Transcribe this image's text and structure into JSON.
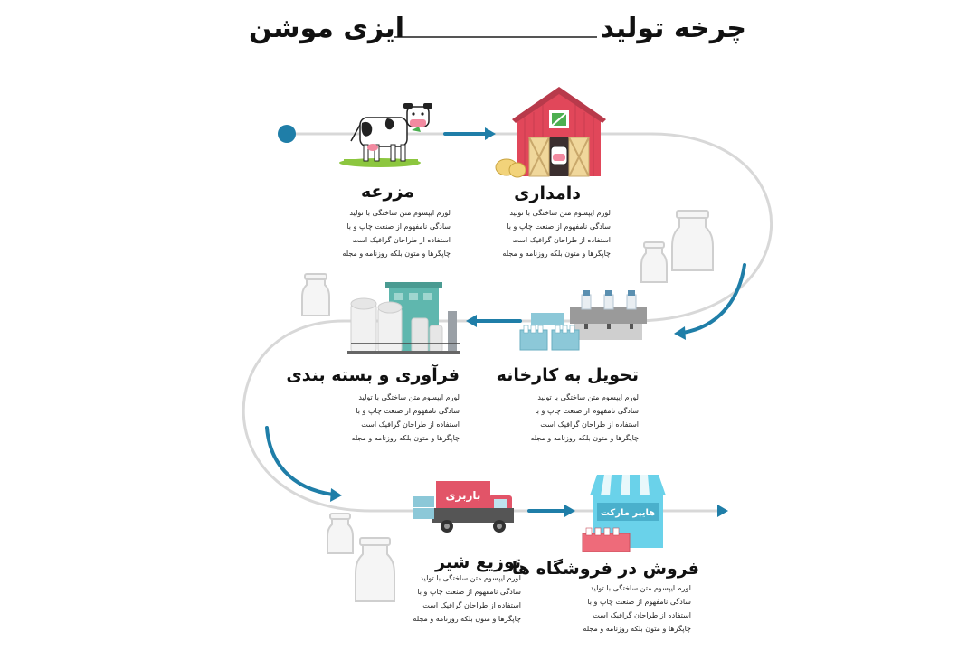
{
  "header": {
    "title_right": "چرخه تولید",
    "title_left": "ایزی موشن"
  },
  "stages": {
    "farm": {
      "title": "مزرعه",
      "desc": "لورم ایپسوم متن ساختگی با تولید سادگی نامفهوم از صنعت چاپ و با استفاده از طراحان گرافیک است چاپگرها و متون بلکه روزنامه و مجله"
    },
    "livestock": {
      "title": "دامداری",
      "desc": "لورم ایپسوم متن ساختگی با تولید سادگی نامفهوم از صنعت چاپ و با استفاده از طراحان گرافیک است چاپگرها و متون بلکه روزنامه و مجله"
    },
    "delivery": {
      "title": "تحویل به کارخانه",
      "desc": "لورم ایپسوم متن ساختگی با تولید سادگی نامفهوم از صنعت چاپ و با استفاده از طراحان گرافیک است چاپگرها و متون بلکه روزنامه و مجله"
    },
    "processing": {
      "title": "فرآوری و بسته بندی",
      "desc": "لورم ایپسوم متن ساختگی با تولید سادگی نامفهوم از صنعت چاپ و با استفاده از طراحان گرافیک است چاپگرها و متون بلکه روزنامه و مجله"
    },
    "distribution": {
      "title": "توزیع شیر",
      "desc": "لورم ایپسوم متن ساختگی با تولید سادگی نامفهوم از صنعت چاپ و با استفاده از طراحان گرافیک است چاپگرها و متون بلکه روزنامه و مجله"
    },
    "retail": {
      "title": "فروش در فروشگاه ها",
      "desc": "لورم ایپسوم متن ساختگی با تولید سادگی نامفهوم از صنعت چاپ و با استفاده از طراحان گرافیک است چاپگرها و متون بلکه روزنامه و مجله"
    }
  },
  "labels": {
    "truck_sign": "باربری",
    "market_sign": "هایپر مارکت"
  },
  "colors": {
    "accent": "#1f7ea8",
    "barn_red": "#e1475a",
    "factory_teal": "#5fb7ae",
    "awning_blue": "#6ad2ea",
    "truck_pink": "#e25468",
    "crate_pink": "#ee6b7a",
    "crate_blue": "#8cc8d8",
    "flow_line": "#d8d8d8"
  },
  "icons": [
    "cow-icon",
    "barn-icon",
    "bottling-icon",
    "factory-icon",
    "truck-icon",
    "store-icon",
    "milk-bottle-icon"
  ]
}
